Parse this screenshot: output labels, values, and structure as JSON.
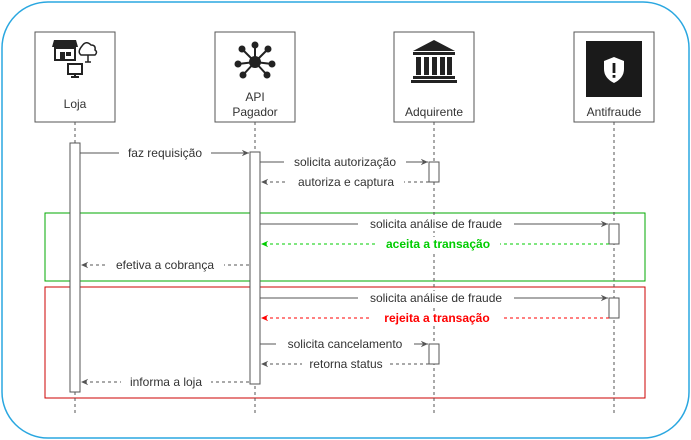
{
  "participants": [
    {
      "id": "loja",
      "label_lines": [
        "Loja"
      ],
      "icon": "store-icon"
    },
    {
      "id": "api",
      "label_lines": [
        "API",
        "Pagador"
      ],
      "icon": "network-hub-icon"
    },
    {
      "id": "adquirente",
      "label_lines": [
        "Adquirente"
      ],
      "icon": "bank-icon"
    },
    {
      "id": "antifraude",
      "label_lines": [
        "Antifraude"
      ],
      "icon": "shield-alert-icon"
    }
  ],
  "messages": [
    {
      "id": "faz-requisicao",
      "label": "faz requisição",
      "from": "loja",
      "to": "api",
      "style": "solid"
    },
    {
      "id": "solicita-autorizacao",
      "label": "solicita autorização",
      "from": "api",
      "to": "adquirente",
      "style": "solid"
    },
    {
      "id": "autoriza-e-captura",
      "label": "autoriza e captura",
      "from": "adquirente",
      "to": "api",
      "style": "dashed"
    },
    {
      "id": "solicita-analise-1",
      "label": "solicita análise de fraude",
      "from": "api",
      "to": "antifraude",
      "style": "solid"
    },
    {
      "id": "aceita-transacao",
      "label": "aceita a transação",
      "from": "antifraude",
      "to": "api",
      "style": "dashed",
      "color": "#00cc00",
      "bold": true
    },
    {
      "id": "efetiva-cobranca",
      "label": "efetiva a cobrança",
      "from": "api",
      "to": "loja",
      "style": "dashed"
    },
    {
      "id": "solicita-analise-2",
      "label": "solicita análise de fraude",
      "from": "api",
      "to": "antifraude",
      "style": "solid"
    },
    {
      "id": "rejeita-transacao",
      "label": "rejeita a transação",
      "from": "antifraude",
      "to": "api",
      "style": "dashed",
      "color": "#ff0000",
      "bold": true
    },
    {
      "id": "solicita-cancelamento",
      "label": "solicita cancelamento",
      "from": "api",
      "to": "adquirente",
      "style": "solid"
    },
    {
      "id": "retorna-status",
      "label": "retorna status",
      "from": "adquirente",
      "to": "api",
      "style": "dashed"
    },
    {
      "id": "informa-loja",
      "label": "informa a loja",
      "from": "api",
      "to": "loja",
      "style": "dashed"
    }
  ],
  "frames": [
    {
      "id": "accept-frame",
      "color": "#00aa00"
    },
    {
      "id": "reject-frame",
      "color": "#cc0000"
    }
  ],
  "colors": {
    "container_border": "#2aa7e0",
    "lifeline": "#555555",
    "arrow": "#555555",
    "text": "#333333",
    "accept": "#00cc00",
    "reject": "#ff0000"
  }
}
